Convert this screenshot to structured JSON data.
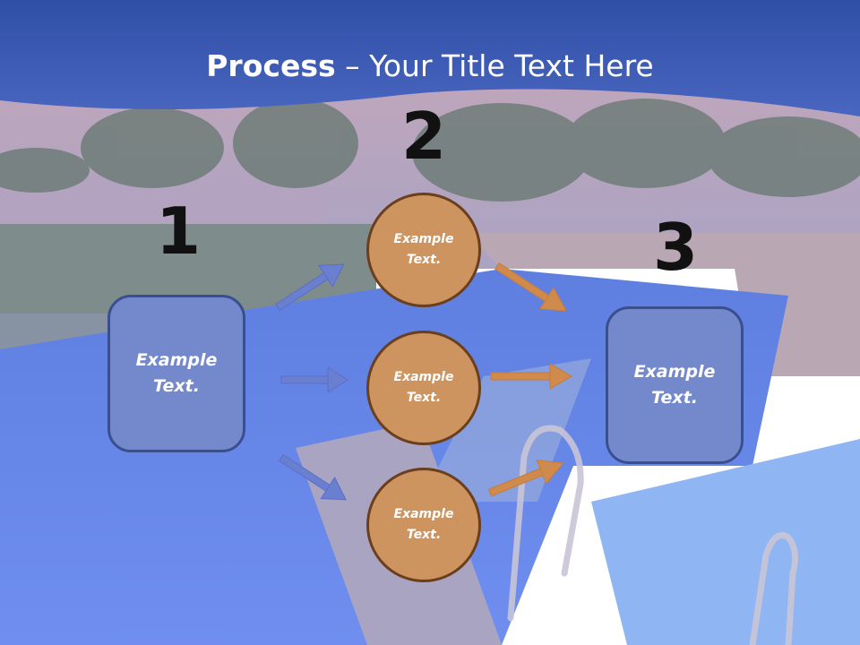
{
  "slide": {
    "title_bold": "Process",
    "title_rest": " – Your Title Text Here",
    "steps": [
      "1",
      "2",
      "3"
    ],
    "left_box": "Example Text.",
    "right_box": "Example Text.",
    "circles": [
      "Example Text.",
      "Example Text.",
      "Example Text."
    ]
  },
  "colors": {
    "header_blue": "#3d5aa8",
    "box_blue": "#7488cc",
    "circle_orange": "#cd9460",
    "arrow_blue": "#6b7fd0",
    "arrow_orange": "#d08a4c"
  }
}
